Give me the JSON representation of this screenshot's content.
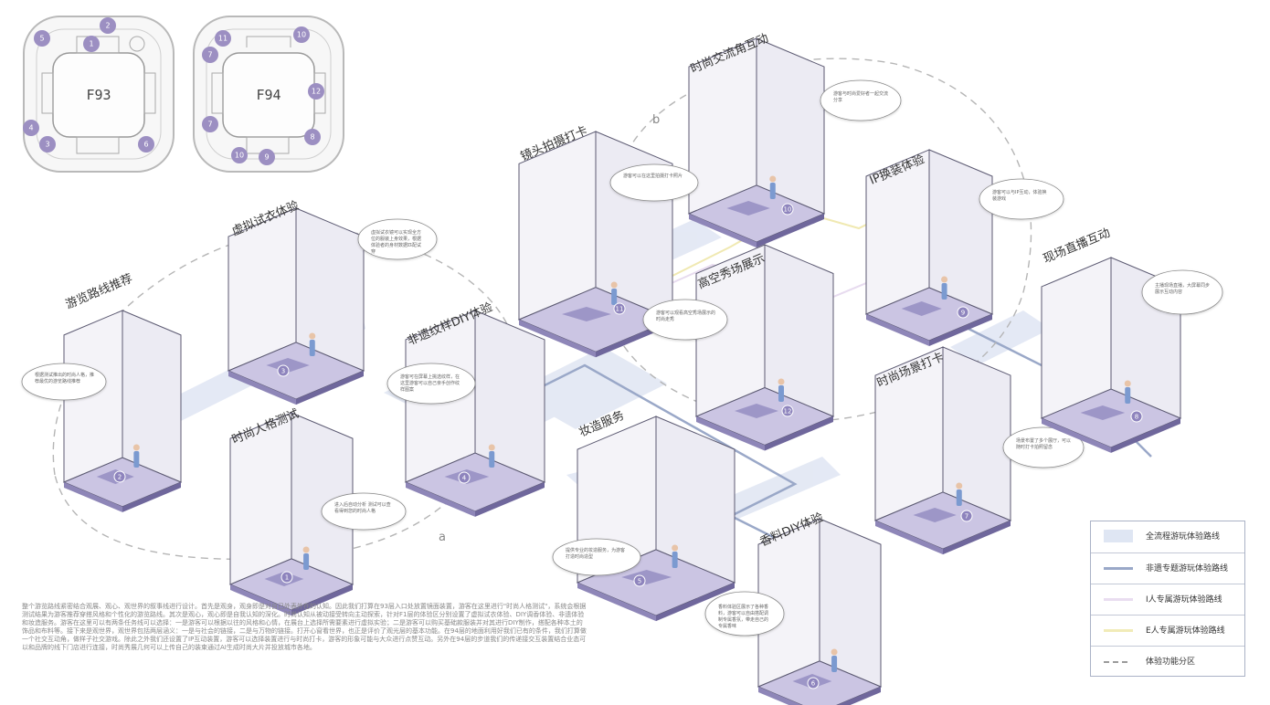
{
  "floor_plans": [
    {
      "label": "F93",
      "spots": [
        "1",
        "2",
        "3",
        "4",
        "5",
        "6"
      ]
    },
    {
      "label": "F94",
      "spots": [
        "7",
        "7",
        "8",
        "9",
        "10",
        "10",
        "11",
        "12"
      ]
    }
  ],
  "rooms": [
    {
      "id": "1",
      "title": "时尚人格测试",
      "bubble": "进入后自动分析 测试可以查看得到您的时尚人格"
    },
    {
      "id": "2",
      "title": "游览路线推荐",
      "bubble": "根据测试推出的时尚人格，推荐最优的游览路线推荐"
    },
    {
      "id": "3",
      "title": "虚拟试衣体验",
      "bubble": "虚拟试衣镜可以实现全方位的服装上身效果，根据体验者的身材数据匹配试穿"
    },
    {
      "id": "4",
      "title": "非遗纹样DIY体验",
      "bubble": "游客可在屏幕上挑选纹样，在这里游客可以自己亲手创作纹样图案"
    },
    {
      "id": "5",
      "title": "妆造服务",
      "bubble": "提供专业的妆造服务，为游客打造时尚造型"
    },
    {
      "id": "6",
      "title": "香料DIY体验",
      "bubble": "香料体验区展示了各种香料，游客可以自由搭配调制专属香氛，带走自己的专属香味"
    },
    {
      "id": "7",
      "title": "时尚场景打卡",
      "bubble": "场景布置了多个展厅，可以随时打卡拍照留念"
    },
    {
      "id": "8",
      "title": "现场直播互动",
      "bubble": "主播现场直播，大屏幕同步展示互动内容"
    },
    {
      "id": "9",
      "title": "IP换装体验",
      "bubble": "游客可以与IP互动，体验换装游戏"
    },
    {
      "id": "10",
      "title": "时尚交流角互动",
      "bubble": "游客与时尚爱好者一起交流分享"
    },
    {
      "id": "11",
      "title": "镜头拍摄打卡",
      "bubble": "游客可以在这里拍摄打卡照片"
    },
    {
      "id": "12",
      "title": "高空秀场展示",
      "bubble": "游客可以观看高空秀场展示的时尚走秀"
    }
  ],
  "route_letters": [
    "a",
    "b"
  ],
  "legend": [
    {
      "label": "全流程游玩体验路线",
      "color": "#dfe6f3",
      "kind": "fill"
    },
    {
      "label": "非遗专题游玩体验路线",
      "color": "#9aa8c8",
      "kind": "line"
    },
    {
      "label": "I人专属游玩体验路线",
      "color": "#e9ddf0",
      "kind": "line"
    },
    {
      "label": "E人专属游玩体验路线",
      "color": "#f1ebb8",
      "kind": "line"
    },
    {
      "label": "体验功能分区",
      "color": "#9a9a9a",
      "kind": "dash"
    }
  ],
  "description": "整个游览路线紧密结合观展、观心、观世界的叙事线进行设计。首先是观身，观身即是对自己外表外在的认知。因此我们打算在93层入口处放置镜面装置，游客在这里进行\"时尚人格测试\"，系统会根据测试结果为游客推荐穿搭风格和个性化的游览路线。其次是观心，观心即是自我认知的深化。时尚认知从被动接受转向主动探索，针对F1层的体验区分别设置了虚拟试衣体验、DIY调香体验、非遗体验和妆造服务。游客在这里可以有两条任务线可以选择：一是游客可以根据以往的风格和心情，在展台上选择所需要素进行虚拟实验；二是游客可以购买基础款服装并对其进行DIY制作，搭配各种本土的饰品和布料等。接下来是观世界，观世界包括两层涵义：一是与社会的链接，二是与万物的链接。打开心窗看世界，也正是评价了观光层的基本功能。在94层的地面利用好我们已有的条件，我们打算做一个社交互动角，做样子社交游戏。除此之外我们还设置了IP互动装置，游客可以选择装置进行与时尚打卡，游客的形象可能与大众进行点赞互动。另外在94层的步道我们的传递接交互装置结合业态可以和品牌的线下门店进行连接，时尚秀展几何可以上传自己的装束通过AI生成时尚大片并投放城市各地。"
}
